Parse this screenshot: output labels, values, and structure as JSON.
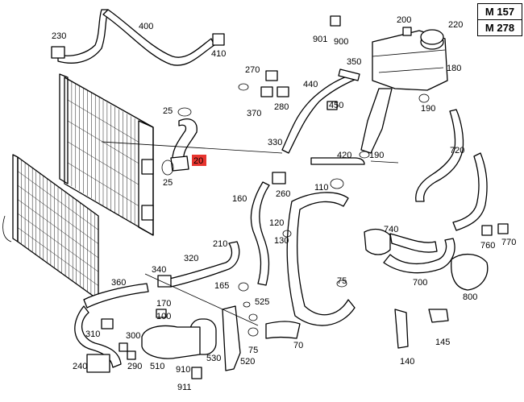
{
  "engine_codes": [
    "M 157",
    "M 278"
  ],
  "highlighted_part": "20",
  "part_numbers": {
    "p20": "20",
    "p25a": "25",
    "p25b": "25",
    "p70": "70",
    "p75a": "75",
    "p75b": "75",
    "p100": "100",
    "p110": "110",
    "p120": "120",
    "p130": "130",
    "p140": "140",
    "p145": "145",
    "p160": "160",
    "p165": "165",
    "p170": "170",
    "p180": "180",
    "p190a": "190",
    "p190b": "190",
    "p200": "200",
    "p210": "210",
    "p220": "220",
    "p230": "230",
    "p240": "240",
    "p260": "260",
    "p270": "270",
    "p280": "280",
    "p290": "290",
    "p300": "300",
    "p310": "310",
    "p320": "320",
    "p330": "330",
    "p340": "340",
    "p350": "350",
    "p360": "360",
    "p370": "370",
    "p400": "400",
    "p410": "410",
    "p420": "420",
    "p440": "440",
    "p450": "450",
    "p510": "510",
    "p520": "520",
    "p525": "525",
    "p530": "530",
    "p700": "700",
    "p720": "720",
    "p740": "740",
    "p760": "760",
    "p770": "770",
    "p800": "800",
    "p900": "900",
    "p901": "901",
    "p910": "910",
    "p911": "911"
  },
  "colors": {
    "highlight": "#e8352f",
    "line": "#000000",
    "background": "#ffffff"
  }
}
